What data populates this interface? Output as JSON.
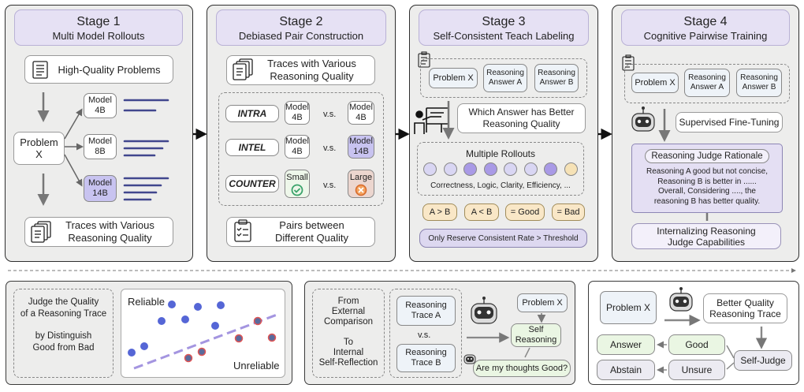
{
  "stage1": {
    "title": "Stage 1",
    "subtitle": "Multi Model Rollouts",
    "problems": "High-Quality Problems",
    "problem_line1": "Problem",
    "problem_line2": "X",
    "models": [
      {
        "line1": "Model",
        "line2": "4B"
      },
      {
        "line1": "Model",
        "line2": "8B"
      },
      {
        "line1": "Model",
        "line2": "14B"
      }
    ],
    "traces_line1": "Traces with Various",
    "traces_line2": "Reasoning Quality"
  },
  "stage2": {
    "title": "Stage 2",
    "subtitle": "Debiased Pair Construction",
    "traces_line1": "Traces with Various",
    "traces_line2": "Reasoning Quality",
    "rows": [
      {
        "tag": "INTRA",
        "left1": "Model",
        "left2": "4B",
        "vs": "v.s.",
        "right1": "Model",
        "right2": "4B"
      },
      {
        "tag": "INTEL",
        "left1": "Model",
        "left2": "4B",
        "vs": "v.s.",
        "right1": "Model",
        "right2": "14B"
      },
      {
        "tag": "COUNTER",
        "left1": "Small",
        "vs": "v.s.",
        "right1": "Large"
      }
    ],
    "pairs_line1": "Pairs between",
    "pairs_line2": "Different Quality"
  },
  "stage3": {
    "title": "Stage 3",
    "subtitle": "Self-Consistent Teach Labeling",
    "problem": "Problem X",
    "answer_a1": "Reasoning",
    "answer_a2": "Answer A",
    "answer_b1": "Reasoning",
    "answer_b2": "Answer B",
    "question_line1": "Which Answer has Better",
    "question_line2": "Reasoning Quality",
    "rollouts_title": "Multiple Rollouts",
    "rollout_colors": [
      "#d9d6f3",
      "#d9d6f3",
      "#a99ae6",
      "#a99ae6",
      "#d9d6f3",
      "#d9d6f3",
      "#a99ae6",
      "#f6e2b6"
    ],
    "criteria": "Correctness, Logic, Clarity, Efficiency, ...",
    "labels": [
      "A > B",
      "A < B",
      "= Good",
      "= Bad"
    ],
    "threshold": "Only Reserve Consistent Rate > Threshold"
  },
  "stage4": {
    "title": "Stage 4",
    "subtitle": "Cognitive Pairwise Training",
    "problem": "Problem X",
    "answer_a1": "Reasoning",
    "answer_a2": "Answer A",
    "answer_b1": "Reasoning",
    "answer_b2": "Answer B",
    "sft": "Supervised Fine-Tuning",
    "rationale_title": "Reasoning Judge Rationale",
    "rationale_lines": [
      "Reasoning A good but not concise,",
      "Reasoning B is better in ......",
      "Overall, Considering ...., the",
      "reasoning B has better quality."
    ],
    "internal_line1": "Internalizing Reasoning",
    "internal_line2": "Judge Capabilities"
  },
  "bottom1": {
    "lines": [
      "Judge the Quality",
      "of a Reasoning Trace",
      "",
      "by Distinguish",
      "Good from Bad"
    ],
    "reliable": "Reliable",
    "unreliable": "Unreliable"
  },
  "bottom2": {
    "left_lines": [
      "From",
      "External",
      "Comparison",
      "",
      "To",
      "Internal",
      "Self-Reflection"
    ],
    "trace_a1": "Reasoning",
    "trace_a2": "Trace A",
    "vs": "v.s.",
    "trace_b1": "Reasoning",
    "trace_b2": "Trace B",
    "problem": "Problem X",
    "self1": "Self",
    "self2": "Reasoning",
    "thoughts": "Are my thoughts Good?"
  },
  "bottom3": {
    "problem": "Problem X",
    "better1": "Better Quality",
    "better2": "Reasoning Trace",
    "answer": "Answer",
    "good": "Good",
    "selfjudge": "Self-Judge",
    "abstain": "Abstain",
    "unsure": "Unsure"
  }
}
